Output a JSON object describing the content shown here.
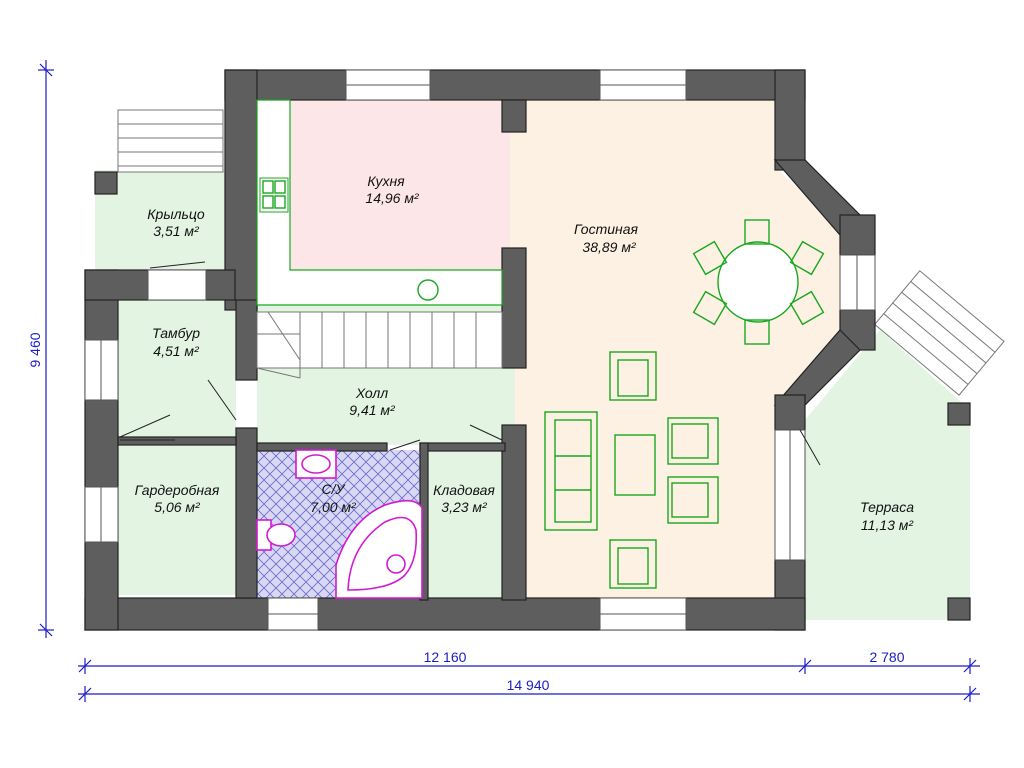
{
  "rooms": {
    "kitchen": {
      "name": "Кухня",
      "area": "14,96 м²"
    },
    "living": {
      "name": "Гостиная",
      "area": "38,89 м²"
    },
    "porch": {
      "name": "Крыльцо",
      "area": "3,51 м²"
    },
    "vestibule": {
      "name": "Тамбур",
      "area": "4,51 м²"
    },
    "hall": {
      "name": "Холл",
      "area": "9,41 м²"
    },
    "wardrobe": {
      "name": "Гардеробная",
      "area": "5,06 м²"
    },
    "bathroom": {
      "name": "С/У",
      "area": "7,00 м²"
    },
    "pantry": {
      "name": "Кладовая",
      "area": "3,23 м²"
    },
    "terrace": {
      "name": "Терраса",
      "area": "11,13 м²"
    }
  },
  "dimensions": {
    "height": "9 460",
    "width_main": "12 160",
    "width_terrace": "2 780",
    "width_total": "14 940"
  },
  "colors": {
    "kitchen": "#fde6e8",
    "living": "#fdf1e3",
    "green_room": "#e3f4e3",
    "bathroom_tile": "#d8d8f4",
    "wall": "#5e5e5e",
    "dimension": "#1c1cc8",
    "furniture": "#19a81f",
    "sanitary": "#d21ad2"
  }
}
